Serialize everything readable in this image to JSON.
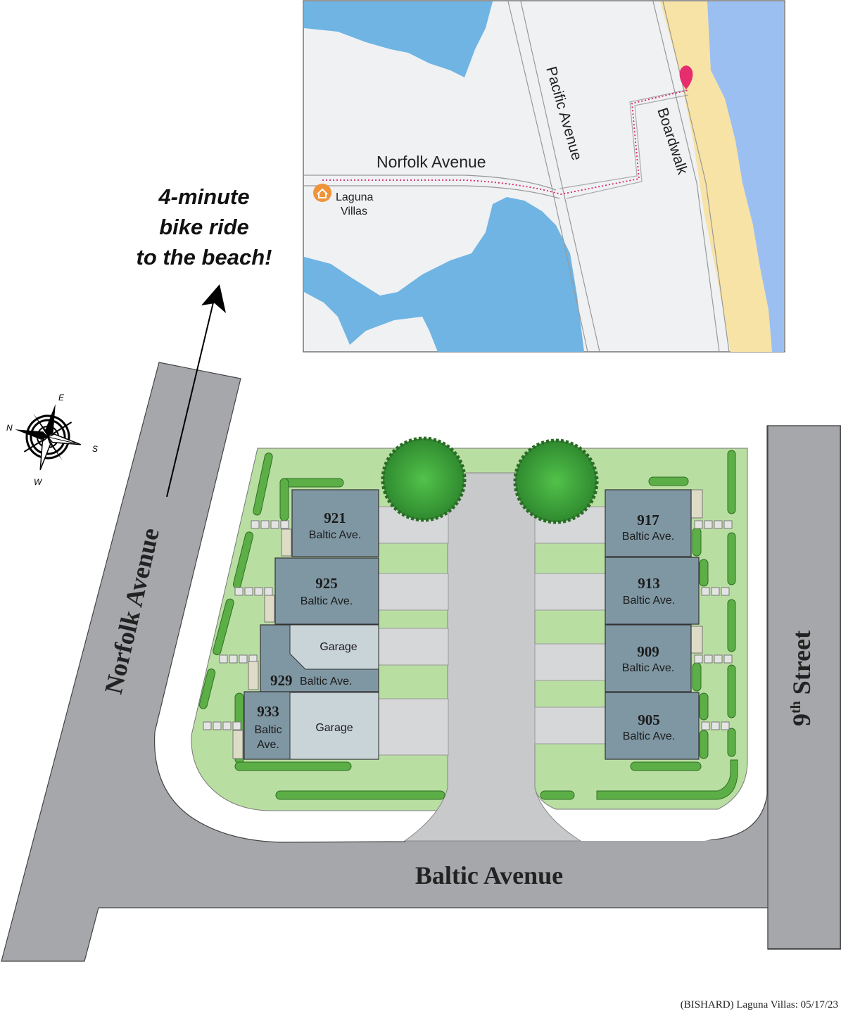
{
  "roads": {
    "norfolk": "Norfolk Avenue",
    "baltic": "Baltic Avenue",
    "ninth_prefix": "9",
    "ninth_sup": "th",
    "ninth_suffix": " Street"
  },
  "callout": {
    "line1": "4-minute",
    "line2": "bike ride",
    "line3": "to the beach!"
  },
  "compass": {
    "n": "N",
    "e": "E",
    "s": "S",
    "w": "W"
  },
  "inset_map": {
    "norfolk_label": "Norfolk Avenue",
    "pacific_label": "Pacific Avenue",
    "boardwalk_label": "Boardwalk",
    "home_label_1": "Laguna",
    "home_label_2": "Villas",
    "colors": {
      "water": "#6fb4e3",
      "ocean": "#9cbff2",
      "sand": "#f7e3a6",
      "land": "#f0f1f3",
      "route": "#d6246b"
    }
  },
  "units": {
    "u921": {
      "num": "921",
      "street": "Baltic Ave."
    },
    "u925": {
      "num": "925",
      "street": "Baltic Ave."
    },
    "u929": {
      "num": "929",
      "street": "Baltic Ave."
    },
    "u933": {
      "num": "933",
      "street1": "Baltic",
      "street2": "Ave."
    },
    "u917": {
      "num": "917",
      "street": "Baltic Ave."
    },
    "u913": {
      "num": "913",
      "street": "Baltic Ave."
    },
    "u909": {
      "num": "909",
      "street": "Baltic Ave."
    },
    "u905": {
      "num": "905",
      "street": "Baltic Ave."
    }
  },
  "garages": {
    "g929": "Garage",
    "g933": "Garage"
  },
  "footnote": "(BISHARD) Laguna Villas: 05/17/23",
  "colors": {
    "lawn": "#b9dea2",
    "road": "#a5a7aa",
    "building": "#7f97a3",
    "garage": "#c9d4d9",
    "hedge": "#5cae46",
    "drive": "#c8c9cb"
  }
}
